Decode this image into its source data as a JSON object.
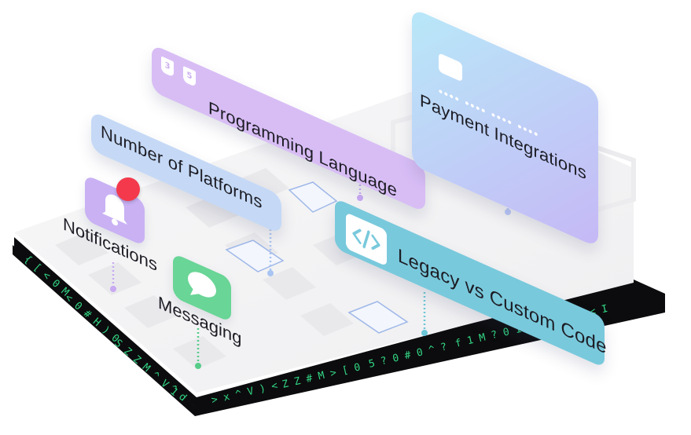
{
  "labels": {
    "programming_language": "Programming Language",
    "number_of_platforms": "Number of Platforms",
    "payment_integrations": "Payment Integrations",
    "legacy_vs_custom_code": "Legacy vs Custom Code",
    "notifications": "Notifications",
    "messaging": "Messaging"
  },
  "icons": {
    "css": "css3-icon",
    "html": "html5-icon",
    "card_chip": "card-chip-icon",
    "code": "code-brackets-icon",
    "bell": "bell-icon",
    "chat": "chat-bubble-icon"
  },
  "colors": {
    "purple_card": "#d8bdf5",
    "blue_card": "#c5d9f6",
    "teal_card": "#79c9dc",
    "green_tile": "#69d596",
    "red_badge": "#f4394c",
    "matrix_green": "#32d684",
    "platform_border": "#111111"
  }
}
